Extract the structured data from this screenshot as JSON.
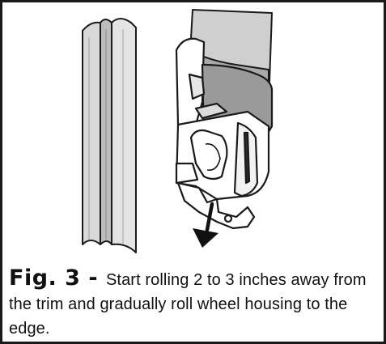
{
  "figure": {
    "label": "Fig. 3 - ",
    "caption": "Start rolling 2 to 3 inches away from the trim and gradually roll wheel housing to the edge."
  },
  "illustration": {
    "subject": "seam-roller-wheel-housing-next-to-trim",
    "direction_arrow": "down"
  }
}
